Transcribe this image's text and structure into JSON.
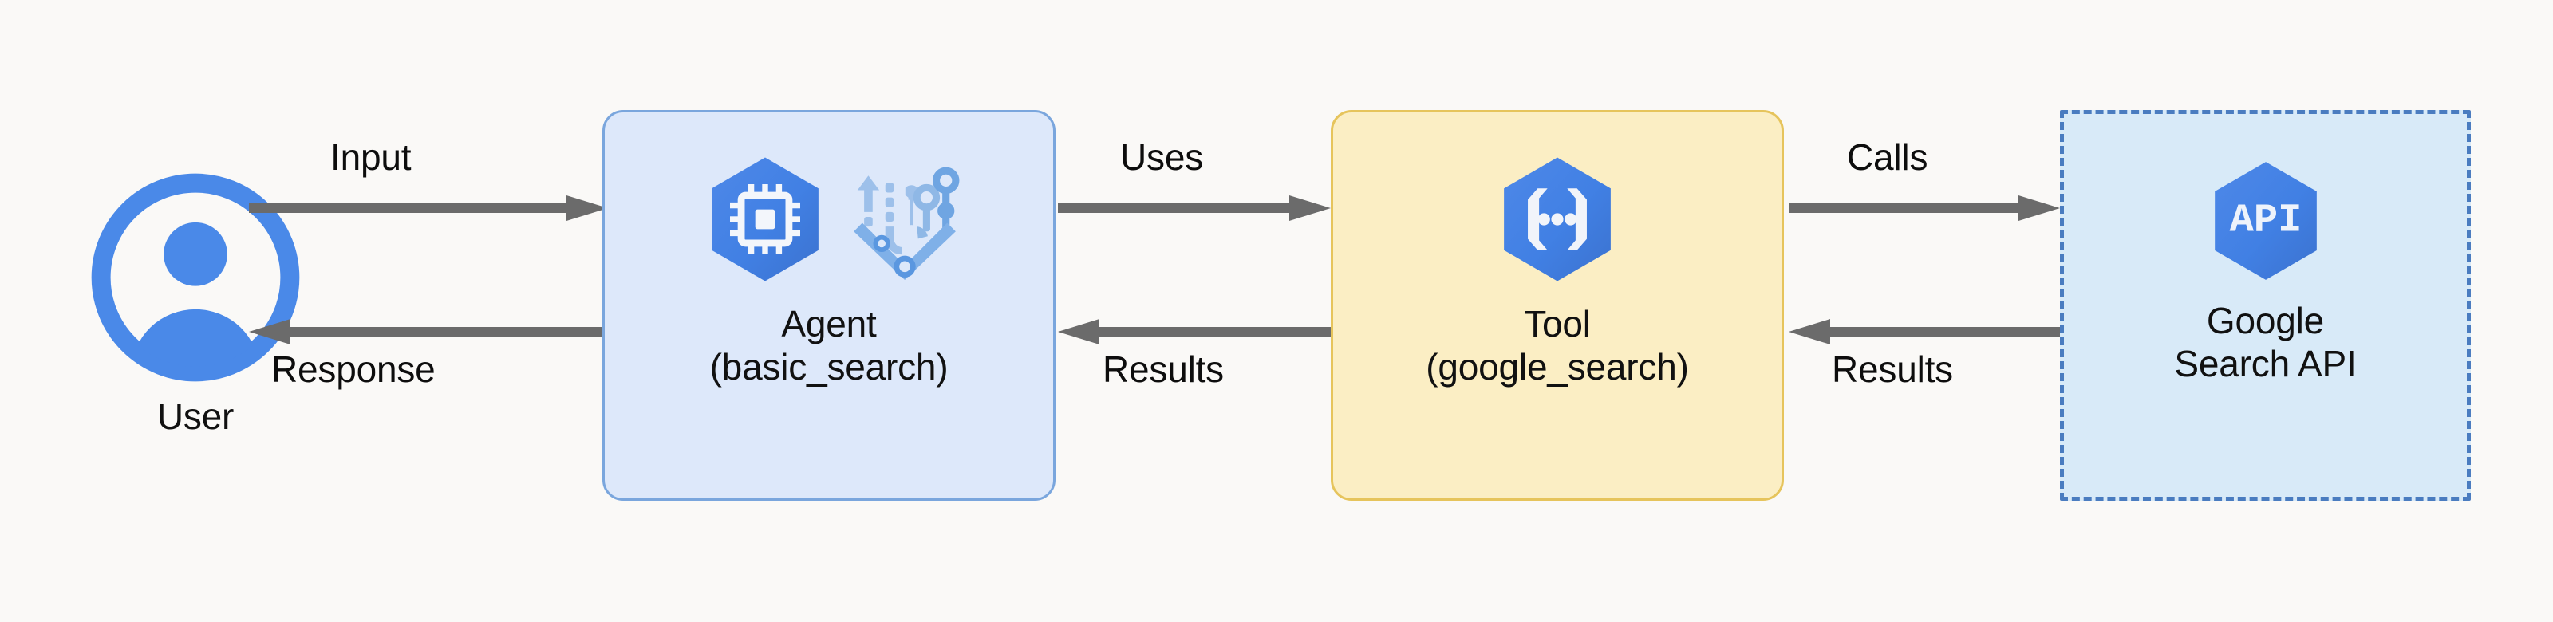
{
  "diagram": {
    "background_color": "#faf9f7",
    "arrow_color": "#6b6b6b",
    "nodes": [
      {
        "id": "user",
        "label": "User",
        "icon": "user-avatar-icon",
        "icon_color": "#4285f4",
        "shape": "none"
      },
      {
        "id": "agent",
        "label": "Agent\n(basic_search)",
        "title": "Agent",
        "subtitle": "(basic_search)",
        "icons": [
          "cpu-chip-hexagon-icon",
          "agent-workflow-icon"
        ],
        "shape": "rounded-rectangle",
        "fill_color": "#dde8fa",
        "border_color": "#7aa6dd",
        "border_style": "solid"
      },
      {
        "id": "tool",
        "label": "Tool\n(google_search)",
        "title": "Tool",
        "subtitle": "(google_search)",
        "icons": [
          "brackets-dots-hexagon-icon"
        ],
        "shape": "rounded-rectangle",
        "fill_color": "#fbeec4",
        "border_color": "#e6c45c",
        "border_style": "solid"
      },
      {
        "id": "google_search_api",
        "label": "Google\nSearch API",
        "title": "Google",
        "subtitle": "Search API",
        "icons": [
          "api-hexagon-icon"
        ],
        "icon_text": "API",
        "shape": "rectangle",
        "fill_color": "#d8eaf8",
        "border_color": "#4a7cc0",
        "border_style": "dashed"
      }
    ],
    "edges": [
      {
        "id": "user-to-agent",
        "label": "Input",
        "from": "user",
        "to": "agent",
        "direction": "forward",
        "label_position": "above"
      },
      {
        "id": "agent-to-user",
        "label": "Response",
        "from": "agent",
        "to": "user",
        "direction": "backward",
        "label_position": "below"
      },
      {
        "id": "agent-to-tool",
        "label": "Uses",
        "from": "agent",
        "to": "tool",
        "direction": "forward",
        "label_position": "above"
      },
      {
        "id": "tool-to-agent",
        "label": "Results",
        "from": "tool",
        "to": "agent",
        "direction": "backward",
        "label_position": "below"
      },
      {
        "id": "tool-to-api",
        "label": "Calls",
        "from": "tool",
        "to": "google_search_api",
        "direction": "forward",
        "label_position": "above"
      },
      {
        "id": "api-to-tool",
        "label": "Results",
        "from": "google_search_api",
        "to": "tool",
        "direction": "backward",
        "label_position": "below"
      }
    ]
  }
}
